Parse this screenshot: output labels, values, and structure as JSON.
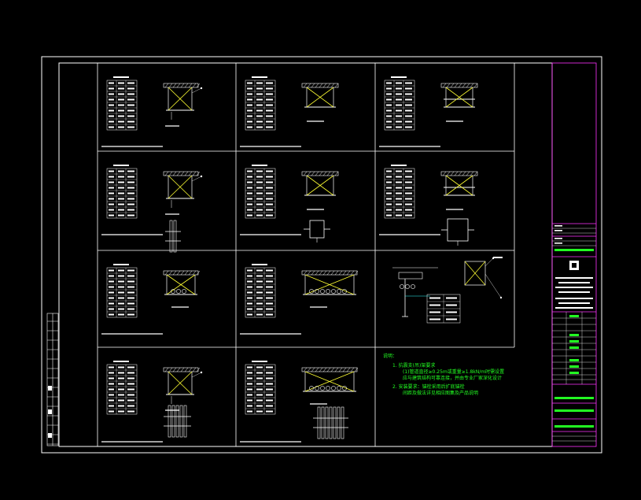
{
  "colors": {
    "background": "#000000",
    "frame": "#ffffff",
    "title_block": "#ff33ff",
    "highlight": "#22ff22",
    "detail_yellow": "#ffff33",
    "detail_cyan": "#33ffff",
    "detail_red": "#ff3333"
  },
  "sheet": {
    "panels": [
      {
        "id": "p1",
        "variant": "single-span"
      },
      {
        "id": "p2",
        "variant": "frame"
      },
      {
        "id": "p3",
        "variant": "double-frame"
      },
      {
        "id": "p4",
        "variant": "single-span-riser"
      },
      {
        "id": "p5",
        "variant": "frame-duct"
      },
      {
        "id": "p6",
        "variant": "double-frame-duct"
      },
      {
        "id": "p7",
        "variant": "cable-tray"
      },
      {
        "id": "p8",
        "variant": "wide-tray"
      },
      {
        "id": "p9",
        "variant": "section-detail"
      },
      {
        "id": "p10",
        "variant": "single-span-multi-riser"
      },
      {
        "id": "p11",
        "variant": "wide-tray-multi-riser"
      },
      {
        "id": "p12",
        "variant": "notes"
      }
    ]
  },
  "notes": {
    "lines": [
      "说明：",
      "1. 抗震支(吊)架要求",
      "(1)管道直径≥0.25m或重量≥1.8kN/m时需设置",
      "应与建筑结构可靠连接，并由专业厂家深化设计",
      "2. 安装要求：锚栓采用后扩底锚栓",
      "间距及做法详见相应图集及产品说明"
    ]
  }
}
